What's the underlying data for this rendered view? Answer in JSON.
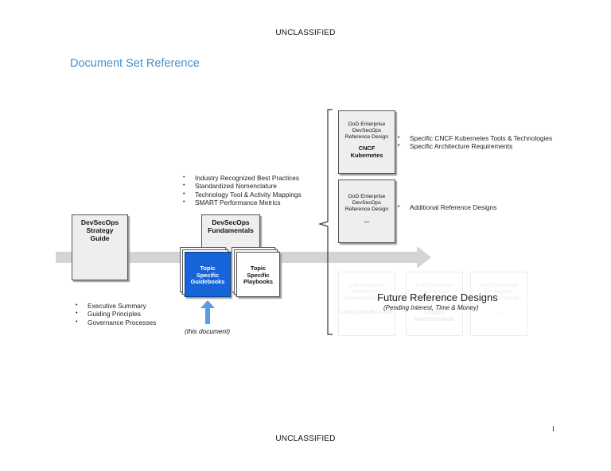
{
  "classification_top": "UNCLASSIFIED",
  "classification_bottom": "UNCLASSIFIED",
  "page_title": "Document Set Reference",
  "strategy_guide": {
    "line1": "DevSecOps",
    "line2": "Strategy",
    "line3": "Guide"
  },
  "strategy_bullets": [
    "Executive Summary",
    "Guiding Principles",
    "Governance Processes"
  ],
  "fundamentals": {
    "line1": "DevSecOps",
    "line2": "Fundamentals"
  },
  "fundamentals_bullets": [
    "Industry Recognized Best Practices",
    "Standardized Nomenclature",
    "Technology Tool & Activity Mappings",
    "SMART Performance Metrics"
  ],
  "guidebooks": {
    "line1": "Topic",
    "line2": "Specific",
    "line3": "Guidebooks"
  },
  "playbooks": {
    "line1": "Topic",
    "line2": "Specific",
    "line3": "Playbooks"
  },
  "this_document": "(this document)",
  "reference_header": {
    "line1": "DoD Enterprise",
    "line2": "DevSecOps",
    "line3": "Reference Design"
  },
  "cncf_box": {
    "line1": "CNCF",
    "line2": "Kubernetes"
  },
  "cncf_bullets": [
    "Specific CNCF Kubernetes Tools & Technologies",
    "Specific Architecture Requirements"
  ],
  "other_box": {
    "label": "..."
  },
  "other_bullets": [
    "Additional Reference Designs"
  ],
  "future": {
    "title": "Future Reference Designs",
    "subtitle": "(Pending Interest, Time & Money)",
    "boxes": [
      {
        "label": "Low Code-No Code"
      },
      {
        "label": "Legacy Modernization"
      },
      {
        "label": "..."
      }
    ]
  },
  "page_number": "i",
  "colors": {
    "title_blue": "#4a90c9",
    "guidebook_blue": "#1565d8",
    "arrow_blue": "#5b9be0",
    "arrow_gray": "#d4d4d4"
  }
}
